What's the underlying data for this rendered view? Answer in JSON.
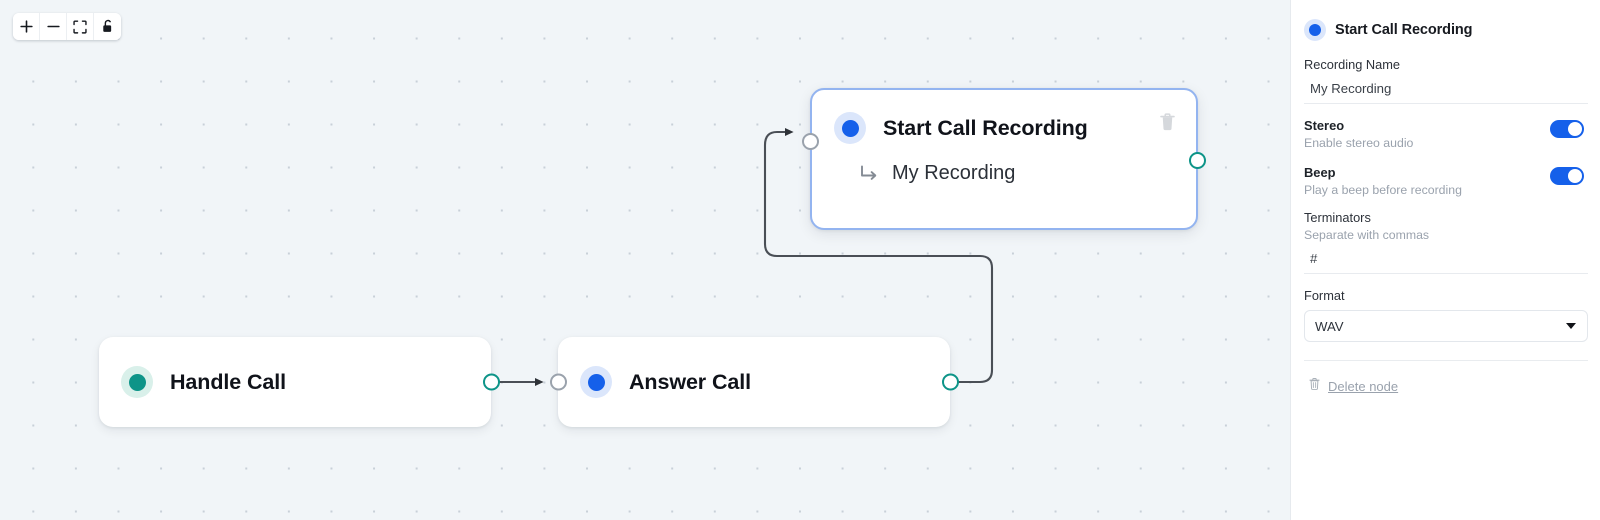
{
  "canvas": {
    "toolbar": {
      "buttons": [
        {
          "name": "zoom-in-icon",
          "label": "+"
        },
        {
          "name": "zoom-out-icon",
          "label": "−"
        },
        {
          "name": "fit-view-icon",
          "label": "fit view"
        },
        {
          "name": "lock-icon",
          "label": "unlocked"
        }
      ]
    },
    "nodes": [
      {
        "id": "handle-call",
        "title": "Handle Call",
        "accent": "#0d9488",
        "accent_halo": "#d9f0ea",
        "selected": false,
        "has_subtitle": false,
        "subtitle": "",
        "has_input_handle": false,
        "has_output_handle": true,
        "has_trash": false
      },
      {
        "id": "answer-call",
        "title": "Answer Call",
        "accent": "#1560ea",
        "accent_halo": "#dbe6fb",
        "selected": false,
        "has_subtitle": false,
        "subtitle": "",
        "has_input_handle": true,
        "has_output_handle": true,
        "has_trash": false
      },
      {
        "id": "start-call-recording",
        "title": "Start Call Recording",
        "accent": "#1560ea",
        "accent_halo": "#dbe6fb",
        "selected": true,
        "has_subtitle": true,
        "subtitle": "My Recording",
        "has_input_handle": true,
        "has_output_handle": true,
        "has_trash": true
      }
    ]
  },
  "panel": {
    "title": "Start Call Recording",
    "accent": "#1560ea",
    "fields": {
      "recording_name": {
        "label": "Recording Name",
        "value": "My Recording",
        "placeholder": "My Recording"
      },
      "stereo": {
        "label": "Stereo",
        "help": "Enable stereo audio",
        "enabled": true
      },
      "beep": {
        "label": "Beep",
        "help": "Play a beep before recording",
        "enabled": true
      },
      "terminators": {
        "label": "Terminators",
        "help": "Separate with commas",
        "value": "#",
        "placeholder": "#"
      },
      "format": {
        "label": "Format",
        "value": "WAV",
        "options": [
          "WAV"
        ]
      }
    },
    "delete_node": {
      "label": "Delete node"
    }
  }
}
